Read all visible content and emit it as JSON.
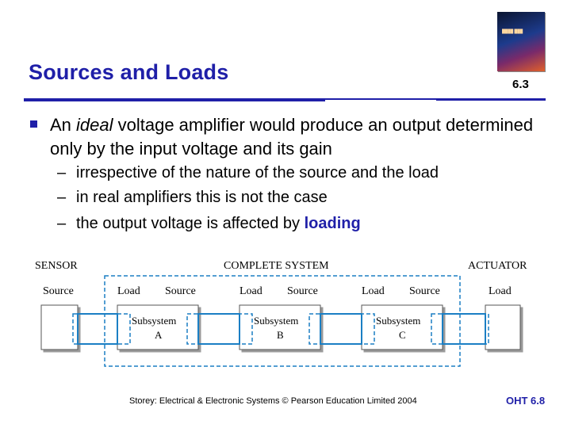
{
  "slide": {
    "title": "Sources and Loads",
    "section_number": "6.3",
    "bullet": {
      "pre": "An ",
      "emph": "ideal",
      "post": " voltage amplifier would produce an output determined only by the input voltage and its gain"
    },
    "sub_bullets": [
      {
        "dash": "–",
        "text": "irrespective of the nature of the source and the load",
        "highlight": ""
      },
      {
        "dash": "–",
        "text": "in real amplifiers this is not the case",
        "highlight": ""
      },
      {
        "dash": "–",
        "text": "the output voltage is affected by ",
        "highlight": "loading"
      }
    ],
    "footer": "Storey: Electrical & Electronic Systems © Pearson Education Limited 2004",
    "oht": "OHT 6.8",
    "accent_color": "#1f1fa8"
  },
  "diagram": {
    "sensor_label": "SENSOR",
    "system_label": "COMPLETE SYSTEM",
    "actuator_label": "ACTUATOR",
    "source_label": "Source",
    "load_label": "Load",
    "subsystems": [
      {
        "line1": "Subsystem",
        "line2": "A"
      },
      {
        "line1": "Subsystem",
        "line2": "B"
      },
      {
        "line1": "Subsystem",
        "line2": "C"
      }
    ],
    "link_color": "#1b7fc4"
  }
}
